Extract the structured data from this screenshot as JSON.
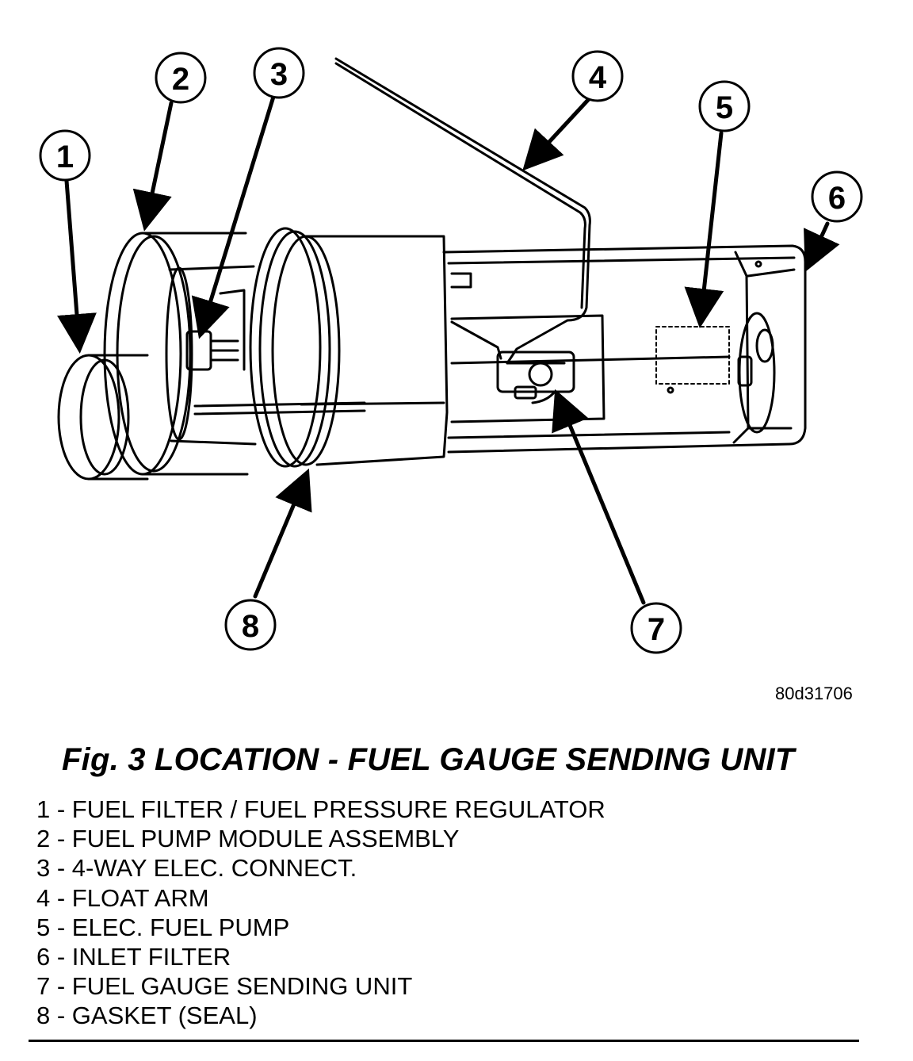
{
  "figure_id": "80d31706",
  "caption": "Fig. 3 LOCATION - FUEL GAUGE SENDING UNIT",
  "callouts": [
    "1",
    "2",
    "3",
    "4",
    "5",
    "6",
    "7",
    "8"
  ],
  "legend": [
    "1 - FUEL FILTER / FUEL PRESSURE REGULATOR",
    "2 - FUEL PUMP MODULE ASSEMBLY",
    "3 - 4-WAY ELEC. CONNECT.",
    "4 - FLOAT ARM",
    "5 - ELEC. FUEL PUMP",
    "6 - INLET FILTER",
    "7 - FUEL GAUGE SENDING UNIT",
    "8 - GASKET (SEAL)"
  ]
}
